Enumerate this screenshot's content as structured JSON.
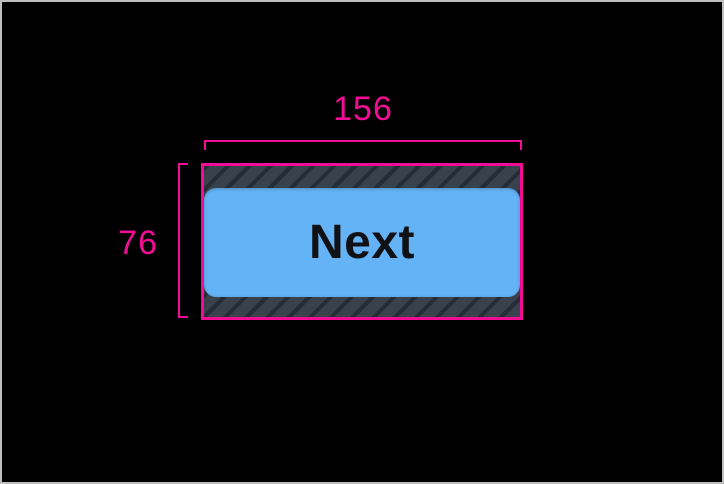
{
  "theme": {
    "page-bg": "#000000",
    "frame-border": "#bdbdbd",
    "accent": "#f20d94",
    "button-fill": "#63b3f6",
    "button-text": "#101114",
    "hatch-base": "#39414c",
    "hatch-stripe": "#262c35"
  },
  "inspector": {
    "width_label": "156",
    "height_label": "76"
  },
  "button": {
    "label": "Next"
  }
}
